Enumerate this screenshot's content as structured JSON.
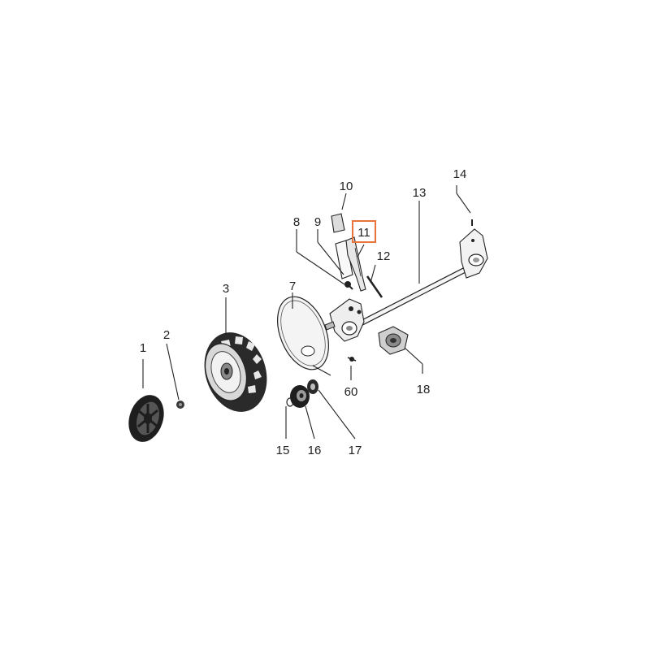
{
  "labels": {
    "p1": "1",
    "p2": "2",
    "p3": "3",
    "p7": "7",
    "p8": "8",
    "p9": "9",
    "p10": "10",
    "p11": "11",
    "p12": "12",
    "p13": "13",
    "p14": "14",
    "p15": "15",
    "p16": "16",
    "p17": "17",
    "p18": "18",
    "p60": "60"
  },
  "highlight": {
    "part": "11",
    "color": "#e8743b"
  }
}
